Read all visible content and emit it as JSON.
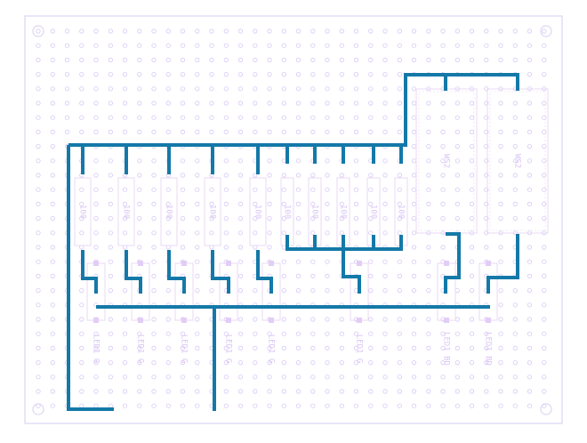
{
  "colors": {
    "board_outline": "#ddd6f2",
    "hole": "#d8c8f4",
    "trace": "#1479a8",
    "component_outline": "#ead8f6",
    "label": "#d8c4f4",
    "pad": "#e2cdf6"
  },
  "resistors": [
    {
      "id": "r1",
      "label": "100"
    },
    {
      "id": "r2",
      "label": "100"
    },
    {
      "id": "r3",
      "label": "100"
    },
    {
      "id": "r4",
      "label": "100"
    },
    {
      "id": "r5",
      "label": "100"
    },
    {
      "id": "r6",
      "label": "100"
    },
    {
      "id": "r7",
      "label": "100"
    },
    {
      "id": "r8",
      "label": "100"
    },
    {
      "id": "r9",
      "label": "100"
    },
    {
      "id": "r10",
      "label": "100"
    }
  ],
  "modules": [
    {
      "id": "m1",
      "label": "WS2"
    },
    {
      "id": "m2",
      "label": "WS2"
    }
  ],
  "leds": [
    {
      "id": "d1",
      "label": "LED1 G"
    },
    {
      "id": "d2",
      "label": "LED1 G"
    },
    {
      "id": "d3",
      "label": "LED1 G"
    },
    {
      "id": "d4",
      "label": "LED1 G"
    },
    {
      "id": "d5",
      "label": "LED1 G"
    },
    {
      "id": "d6",
      "label": "LED1 G"
    },
    {
      "id": "d7",
      "label": "LED1 BD"
    },
    {
      "id": "d8",
      "label": "LED1 BD"
    }
  ]
}
